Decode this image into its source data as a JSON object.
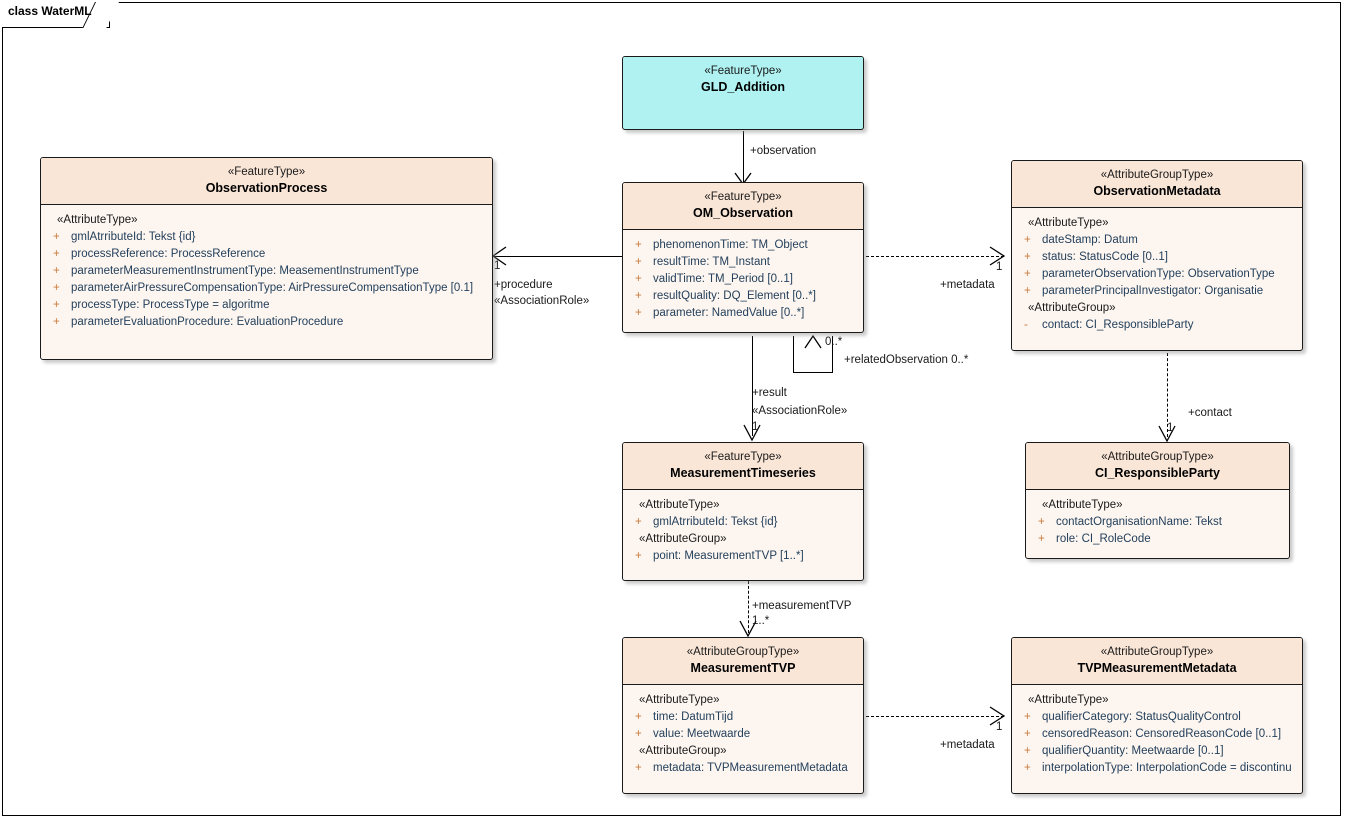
{
  "diagram": {
    "frame_label": "class WaterML",
    "colors": {
      "class_fill": "#fdf6f0",
      "class_header_fill": "#fae6d7",
      "highlight_fill": "#b0f2f2",
      "attribute_text": "#24405c",
      "visibility_marker": "#c97b3c",
      "border": "#1a1a1a"
    }
  },
  "classes": {
    "gld_addition": {
      "stereotype": "«FeatureType»",
      "name": "GLD_Addition",
      "compartments": []
    },
    "observation_process": {
      "stereotype": "«FeatureType»",
      "name": "ObservationProcess",
      "compartments": [
        {
          "group": "«AttributeType»",
          "attributes": [
            {
              "vis": "+",
              "text": "gmlAtrributeId: Tekst {id}"
            },
            {
              "vis": "+",
              "text": "processReference: ProcessReference"
            },
            {
              "vis": "+",
              "text": "parameterMeasurementInstrumentType: MeasementInstrumentType"
            },
            {
              "vis": "+",
              "text": "parameterAirPressureCompensationType: AirPressureCompensationType [0.1]"
            },
            {
              "vis": "+",
              "text": "processType: ProcessType = algoritme"
            },
            {
              "vis": "+",
              "text": "parameterEvaluationProcedure: EvaluationProcedure"
            }
          ]
        }
      ]
    },
    "om_observation": {
      "stereotype": "«FeatureType»",
      "name": "OM_Observation",
      "compartments": [
        {
          "group": "",
          "attributes": [
            {
              "vis": "+",
              "text": "phenomenonTime: TM_Object"
            },
            {
              "vis": "+",
              "text": "resultTime: TM_Instant"
            },
            {
              "vis": "+",
              "text": "validTime: TM_Period [0..1]"
            },
            {
              "vis": "+",
              "text": "resultQuality: DQ_Element [0..*]"
            },
            {
              "vis": "+",
              "text": "parameter: NamedValue [0..*]"
            }
          ]
        }
      ]
    },
    "observation_metadata": {
      "stereotype": "«AttributeGroupType»",
      "name": "ObservationMetadata",
      "compartments": [
        {
          "group": "«AttributeType»",
          "attributes": [
            {
              "vis": "+",
              "text": "dateStamp: Datum"
            },
            {
              "vis": "+",
              "text": "status: StatusCode [0..1]"
            },
            {
              "vis": "+",
              "text": "parameterObservationType: ObservationType"
            },
            {
              "vis": "+",
              "text": "parameterPrincipalInvestigator: Organisatie"
            }
          ]
        },
        {
          "group": "«AttributeGroup»",
          "attributes": [
            {
              "vis": "-",
              "text": "contact: CI_ResponsibleParty"
            }
          ]
        }
      ]
    },
    "measurement_timeseries": {
      "stereotype": "«FeatureType»",
      "name": "MeasurementTimeseries",
      "compartments": [
        {
          "group": "«AttributeType»",
          "attributes": [
            {
              "vis": "+",
              "text": "gmlAtrributeId: Tekst {id}"
            }
          ]
        },
        {
          "group": "«AttributeGroup»",
          "attributes": [
            {
              "vis": "+",
              "text": "point: MeasurementTVP [1..*]"
            }
          ]
        }
      ]
    },
    "ci_responsible_party": {
      "stereotype": "«AttributeGroupType»",
      "name": "CI_ResponsibleParty",
      "compartments": [
        {
          "group": "«AttributeType»",
          "attributes": [
            {
              "vis": "+",
              "text": "contactOrganisationName: Tekst"
            },
            {
              "vis": "+",
              "text": "role: CI_RoleCode"
            }
          ]
        }
      ]
    },
    "measurement_tvp": {
      "stereotype": "«AttributeGroupType»",
      "name": "MeasurementTVP",
      "compartments": [
        {
          "group": "«AttributeType»",
          "attributes": [
            {
              "vis": "+",
              "text": "time: DatumTijd"
            },
            {
              "vis": "+",
              "text": "value: Meetwaarde"
            }
          ]
        },
        {
          "group": "«AttributeGroup»",
          "attributes": [
            {
              "vis": "+",
              "text": "metadata: TVPMeasurementMetadata"
            }
          ]
        }
      ]
    },
    "tvp_measurement_metadata": {
      "stereotype": "«AttributeGroupType»",
      "name": "TVPMeasurementMetadata",
      "compartments": [
        {
          "group": "«AttributeType»",
          "attributes": [
            {
              "vis": "+",
              "text": "qualifierCategory: StatusQualityControl"
            },
            {
              "vis": "+",
              "text": "censoredReason: CensoredReasonCode [0..1]"
            },
            {
              "vis": "+",
              "text": "qualifierQuantity: Meetwaarde [0..1]"
            },
            {
              "vis": "+",
              "text": "interpolationType: InterpolationCode = discontinu"
            }
          ]
        }
      ]
    }
  },
  "connectors": {
    "observation": {
      "role": "+observation"
    },
    "procedure": {
      "mult": "1",
      "role": "+procedure",
      "stereotype": "«AssociationRole»"
    },
    "obs_metadata": {
      "mult": "1",
      "role": "+metadata"
    },
    "related_observation": {
      "mult_near": "0..*",
      "role": "+relatedObservation 0..*"
    },
    "result": {
      "role": "+result",
      "stereotype": "«AssociationRole»",
      "mult": "1"
    },
    "contact": {
      "role": "+contact",
      "mult": "1"
    },
    "measurement_tvp": {
      "role": "+measurementTVP",
      "mult": "1..*"
    },
    "tvp_metadata": {
      "mult": "1",
      "role": "+metadata"
    }
  }
}
